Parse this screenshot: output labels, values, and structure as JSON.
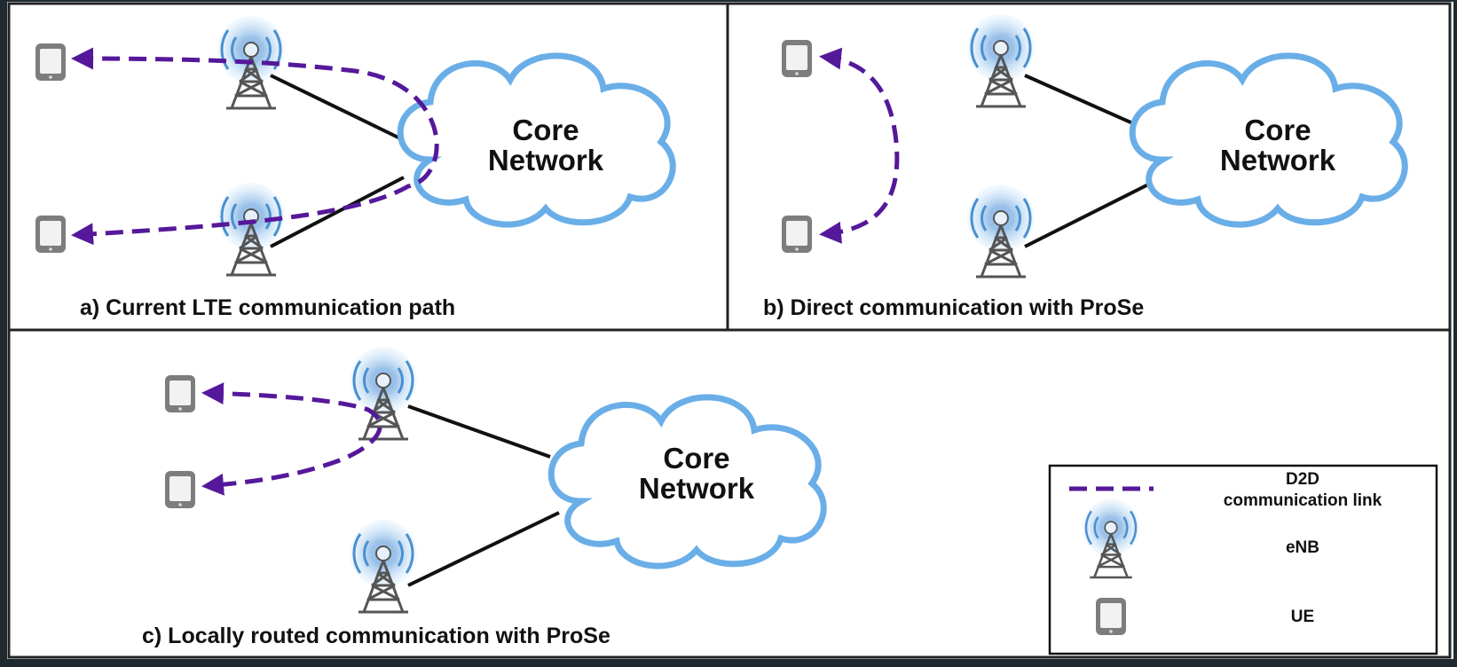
{
  "panels": {
    "a": {
      "caption": "a) Current LTE communication path",
      "cloud_line1": "Core",
      "cloud_line2": "Network"
    },
    "b": {
      "caption": "b) Direct communication with ProSe",
      "cloud_line1": "Core",
      "cloud_line2": "Network"
    },
    "c": {
      "caption": "c) Locally routed communication with ProSe",
      "cloud_line1": "Core",
      "cloud_line2": "Network"
    }
  },
  "legend": {
    "d2d_line1": "D2D",
    "d2d_line2": "communication link",
    "enb": "eNB",
    "ue": "UE"
  },
  "colors": {
    "link": "#55189a",
    "cloud_stroke": "#6aaee8",
    "tower_signal": "#4a90d0",
    "wire": "#111111"
  },
  "icons": {
    "tower": "tower-icon",
    "phone": "phone-icon",
    "cloud": "cloud-icon"
  }
}
